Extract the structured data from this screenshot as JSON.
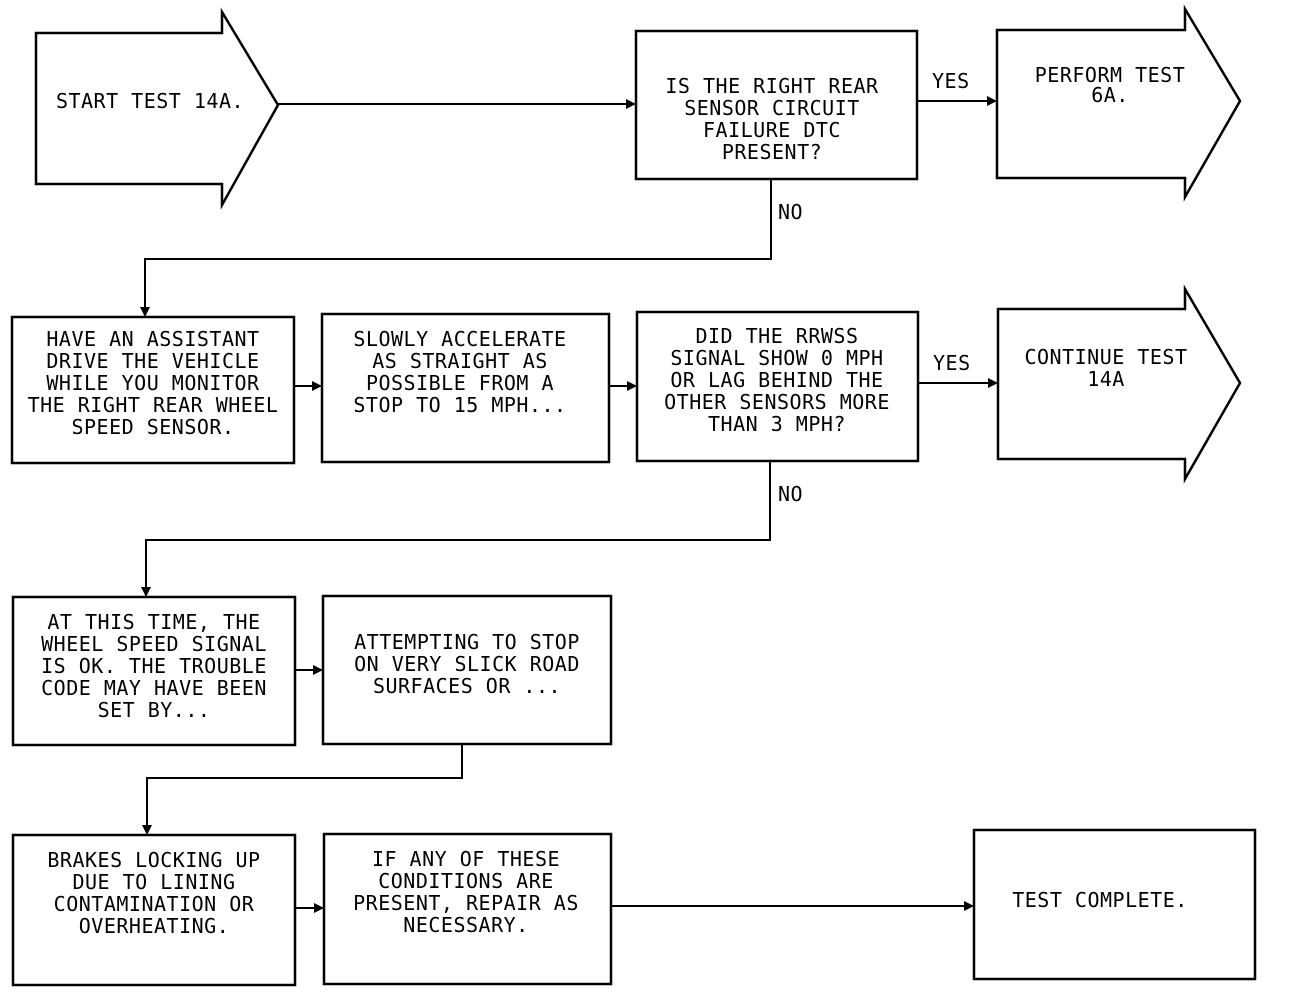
{
  "flowchart": {
    "start": [
      "START TEST 14A."
    ],
    "q1": [
      "IS THE RIGHT REAR",
      "SENSOR CIRCUIT",
      "FAILURE DTC",
      "PRESENT?"
    ],
    "q1_yes_label": "YES",
    "q1_no_label": "NO",
    "perform": [
      "PERFORM TEST",
      "6A."
    ],
    "step_assistant": [
      "HAVE AN ASSISTANT",
      "DRIVE THE VEHICLE",
      "WHILE YOU MONITOR",
      "THE RIGHT REAR WHEEL",
      "SPEED SENSOR."
    ],
    "step_accelerate": [
      "SLOWLY ACCELERATE",
      "AS STRAIGHT AS",
      "POSSIBLE FROM A",
      "STOP TO 15 MPH..."
    ],
    "q2": [
      "DID THE RRWSS",
      "SIGNAL SHOW 0 MPH",
      "OR LAG BEHIND THE",
      "OTHER SENSORS MORE",
      "THAN 3 MPH?"
    ],
    "q2_yes_label": "YES",
    "q2_no_label": "NO",
    "continue": [
      "CONTINUE TEST",
      "14A"
    ],
    "step_ok": [
      "AT THIS TIME, THE",
      "WHEEL SPEED SIGNAL",
      "IS OK. THE TROUBLE",
      "CODE MAY HAVE BEEN",
      "SET BY..."
    ],
    "step_stop": [
      "ATTEMPTING TO STOP",
      "ON VERY SLICK ROAD",
      "SURFACES OR ..."
    ],
    "step_brakes": [
      "BRAKES LOCKING UP",
      "DUE TO LINING",
      "CONTAMINATION OR",
      "OVERHEATING."
    ],
    "step_repair": [
      "IF ANY OF THESE",
      "CONDITIONS ARE",
      "PRESENT, REPAIR AS",
      "NECESSARY."
    ],
    "complete": [
      "TEST COMPLETE."
    ]
  }
}
